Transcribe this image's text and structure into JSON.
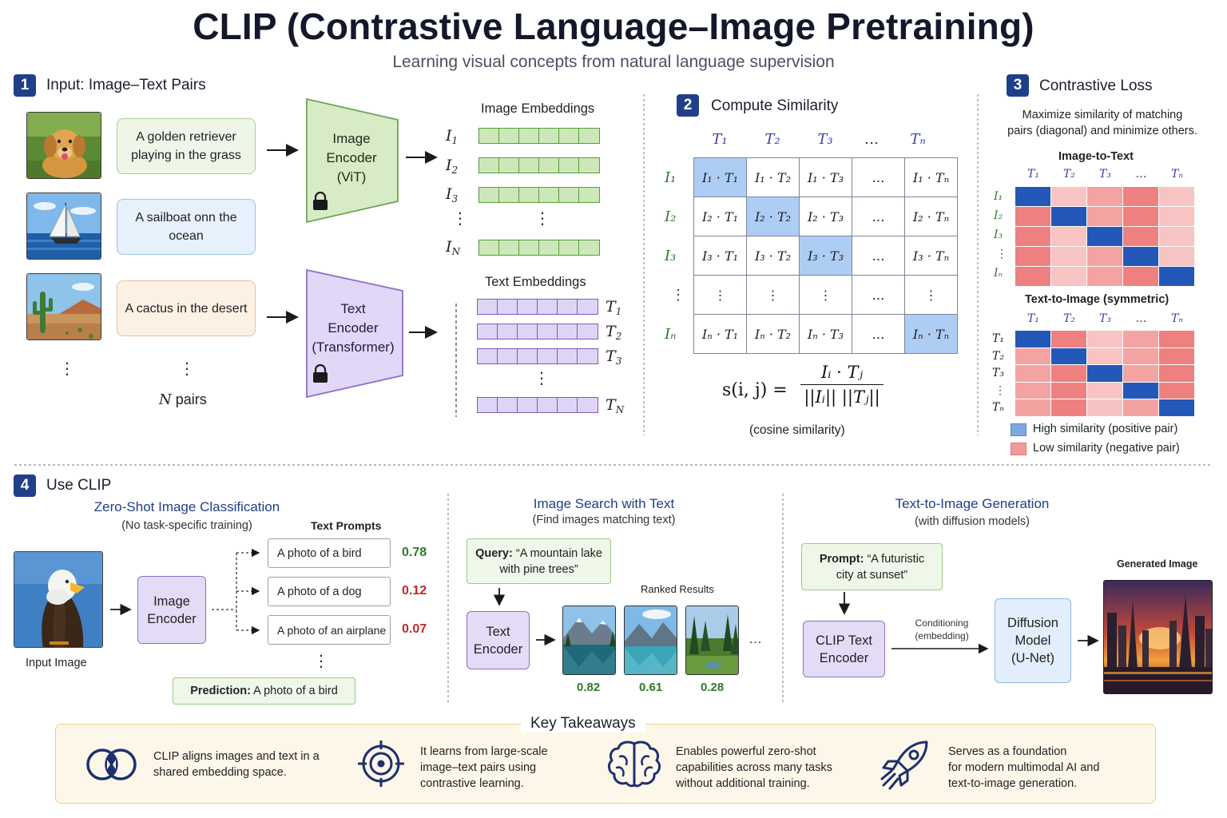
{
  "header": {
    "title": "CLIP (Contrastive Language–Image Pretraining)",
    "subtitle": "Learning visual concepts from natural language supervision"
  },
  "section1": {
    "badge": "1",
    "title": "Input: Image–Text Pairs",
    "captions": [
      "A golden retriever playing in the grass",
      "A sailboat onn the ocean",
      "A cactus in the desert"
    ],
    "ellipsis": "⋮",
    "pairs_label_n": "N",
    "pairs_label": " pairs",
    "image_encoder": [
      "Image",
      "Encoder",
      "(ViT)"
    ],
    "text_encoder": [
      "Text",
      "Encoder",
      "(Transformer)"
    ],
    "image_embeddings_title": "Image Embeddings",
    "text_embeddings_title": "Text Embeddings",
    "image_labels": [
      {
        "b": "I",
        "s": "1"
      },
      {
        "b": "I",
        "s": "2"
      },
      {
        "b": "I",
        "s": "3"
      },
      {
        "b": "I",
        "s": "N"
      }
    ],
    "text_labels": [
      {
        "b": "T",
        "s": "1"
      },
      {
        "b": "T",
        "s": "2"
      },
      {
        "b": "T",
        "s": "3"
      },
      {
        "b": "T",
        "s": "N"
      }
    ]
  },
  "section2": {
    "badge": "2",
    "title": "Compute Similarity",
    "col_headers": [
      "T₁",
      "T₂",
      "T₃",
      "…",
      "Tₙ"
    ],
    "row_headers": [
      "I₁",
      "I₂",
      "I₃",
      "⋮",
      "Iₙ"
    ],
    "matrix": [
      [
        "I₁ · T₁",
        "I₁ · T₂",
        "I₁ · T₃",
        "…",
        "I₁ · Tₙ"
      ],
      [
        "I₂ · T₁",
        "I₂ · T₂",
        "I₂ · T₃",
        "…",
        "I₂ · Tₙ"
      ],
      [
        "I₃ · T₁",
        "I₃ · T₂",
        "I₃ · T₃",
        "…",
        "I₃ · Tₙ"
      ],
      [
        "⋮",
        "⋮",
        "⋮",
        "…",
        "⋮"
      ],
      [
        "Iₙ · T₁",
        "Iₙ · T₂",
        "Iₙ · T₃",
        "…",
        "Iₙ · Tₙ"
      ]
    ],
    "formula_lhs": "s(i, j) =",
    "formula_num": "Iᵢ · Tⱼ",
    "formula_den": "||Iᵢ|| ||Tⱼ||",
    "formula_note": "(cosine similarity)"
  },
  "section3": {
    "badge": "3",
    "title": "Contrastive Loss",
    "description": [
      "Maximize similarity of matching",
      "pairs (diagonal) and minimize others."
    ],
    "i2t_title": "Image-to-Text",
    "t2i_title": "Text-to-Image (symmetric)",
    "col_headers": [
      "T₁",
      "T₂",
      "T₃",
      "…",
      "Tₙ"
    ],
    "i2t_rows": [
      "I₁",
      "I₂",
      "I₃",
      "⋮",
      "Iₙ"
    ],
    "t2i_cols": [
      "T₁",
      "T₂",
      "T₃",
      "…",
      "Tₙ"
    ],
    "t2i_rows": [
      "T₁",
      "T₂",
      "T₃",
      "⋮",
      "Tₙ"
    ],
    "legend_high": "High similarity (positive pair)",
    "legend_low": "Low similarity (negative pair)",
    "colors": {
      "high": "#2458b8",
      "low_strong": "#ee8080",
      "low_mid": "#f4a3a3",
      "low_light": "#f8c3c3",
      "legend_high": "#7ea8e3",
      "legend_low": "#f29a9a"
    }
  },
  "section4": {
    "badge": "4",
    "title": "Use CLIP",
    "zero_shot": {
      "title": "Zero-Shot Image Classification",
      "note": "(No task-specific training)",
      "prompts_title": "Text Prompts",
      "input_label": "Input Image",
      "encoder": [
        "Image",
        "Encoder"
      ],
      "prompts": [
        {
          "text": "A photo of a bird",
          "score": "0.78"
        },
        {
          "text": "A photo of a dog",
          "score": "0.12"
        },
        {
          "text": "A photo of an airplane",
          "score": "0.07"
        }
      ],
      "ellipsis": "⋮",
      "prediction_label": "Prediction:",
      "prediction_value": " A photo of a bird"
    },
    "search": {
      "title": "Image Search with Text",
      "note": "(Find images matching text)",
      "query_label": "Query:",
      "query_value": [
        " “A mountain lake",
        "with pine trees”"
      ],
      "encoder": [
        "Text",
        "Encoder"
      ],
      "ranked_title": "Ranked Results",
      "scores": [
        "0.82",
        "0.61",
        "0.28"
      ],
      "more": "…"
    },
    "generation": {
      "title": "Text-to-Image Generation",
      "note": "(with diffusion models)",
      "prompt_label": "Prompt:",
      "prompt_value": [
        " “A futuristic",
        "city at sunset”"
      ],
      "clip_encoder": [
        "CLIP Text",
        "Encoder"
      ],
      "conditioning": [
        "Conditioning",
        "(embedding)"
      ],
      "diffusion": [
        "Diffusion",
        "Model",
        "(U-Net)"
      ],
      "generated_title": "Generated Image"
    }
  },
  "takeaways": {
    "title": "Key Takeaways",
    "items": [
      {
        "icon": "overlap-circles-icon",
        "lines": [
          "CLIP aligns images and text in a",
          "shared embedding space."
        ]
      },
      {
        "icon": "target-icon",
        "lines": [
          "It learns from large-scale",
          "image–text pairs using",
          "contrastive learning."
        ]
      },
      {
        "icon": "brain-icon",
        "lines": [
          "Enables powerful zero-shot",
          "capabilities across many tasks",
          "without additional training."
        ]
      },
      {
        "icon": "rocket-icon",
        "lines": [
          "Serves as a foundation",
          "for modern multimodal AI and",
          "text-to-image generation."
        ]
      }
    ]
  }
}
